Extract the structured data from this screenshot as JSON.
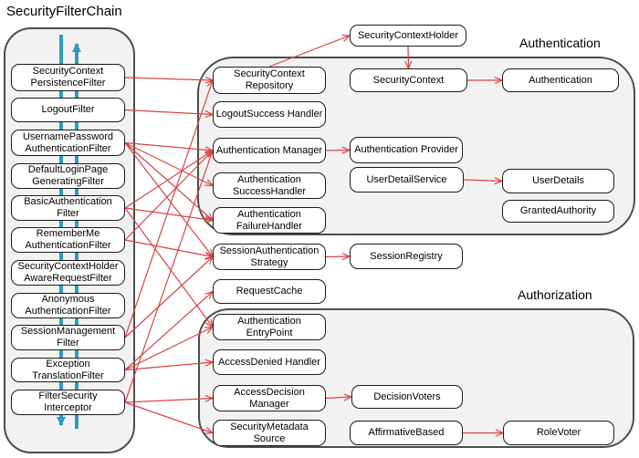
{
  "diagram": {
    "title": "SecurityFilterChain",
    "sections": {
      "authentication": "Authentication",
      "authorization": "Authorization"
    },
    "colors": {
      "connector_red": "#d94545",
      "flow_teal": "#2e9bbf",
      "container_fill": "#f2f2f2",
      "container_border": "#4d4d4d",
      "box_fill": "#ffffff",
      "box_border": "#1a1a1a"
    },
    "nodes": {
      "scpf": {
        "label": "SecurityContext PersistenceFilter"
      },
      "logout": {
        "label": "LogoutFilter"
      },
      "upaf": {
        "label": "UsernamePassword AuthenticationFilter"
      },
      "dlpgf": {
        "label": "DefaultLoginPage GeneratingFilter"
      },
      "basic": {
        "label": "BasicAuthentication Filter"
      },
      "rmaf": {
        "label": "RememberMe AuthenticationFilter"
      },
      "schaf": {
        "label": "SecurityContextHolder AwareRequestFilter"
      },
      "anon": {
        "label": "Anonymous AuthenticationFilter"
      },
      "smf": {
        "label": "SessionManagement Filter"
      },
      "etf": {
        "label": "Exception TranslationFilter"
      },
      "fsi": {
        "label": "FilterSecurity Interceptor"
      },
      "sch": {
        "label": "SecurityContextHolder"
      },
      "scr": {
        "label": "SecurityContext Repository"
      },
      "lsh": {
        "label": "LogoutSuccess Handler"
      },
      "am": {
        "label": "Authentication Manager"
      },
      "ash": {
        "label": "Authentication SuccessHandler"
      },
      "afh": {
        "label": "Authentication FailureHandler"
      },
      "sc": {
        "label": "SecurityContext"
      },
      "auth": {
        "label": "Authentication"
      },
      "ap": {
        "label": "Authentication Provider"
      },
      "uds": {
        "label": "UserDetailService"
      },
      "ud": {
        "label": "UserDetails"
      },
      "ga": {
        "label": "GrantedAuthority"
      },
      "sas": {
        "label": "SessionAuthentication Strategy"
      },
      "sreg": {
        "label": "SessionRegistry"
      },
      "rc": {
        "label": "RequestCache"
      },
      "aep": {
        "label": "Authentication EntryPoint"
      },
      "adh": {
        "label": "AccessDenied Handler"
      },
      "adm": {
        "label": "AccessDecision Manager"
      },
      "dv": {
        "label": "DecisionVoters"
      },
      "sms": {
        "label": "SecurityMetadata Source"
      },
      "ab": {
        "label": "AffirmativeBased"
      },
      "rv": {
        "label": "RoleVoter"
      }
    },
    "edges": [
      {
        "from": "scpf",
        "to": "scr"
      },
      {
        "from": "logout",
        "to": "lsh"
      },
      {
        "from": "upaf",
        "to": "am"
      },
      {
        "from": "upaf",
        "to": "ash"
      },
      {
        "from": "upaf",
        "to": "afh"
      },
      {
        "from": "upaf",
        "to": "sas"
      },
      {
        "from": "basic",
        "to": "am"
      },
      {
        "from": "basic",
        "to": "afh"
      },
      {
        "from": "basic",
        "to": "aep"
      },
      {
        "from": "rmaf",
        "to": "am"
      },
      {
        "from": "rmaf",
        "to": "sas"
      },
      {
        "from": "smf",
        "to": "scr"
      },
      {
        "from": "smf",
        "to": "sas"
      },
      {
        "from": "etf",
        "to": "rc"
      },
      {
        "from": "etf",
        "to": "aep"
      },
      {
        "from": "etf",
        "to": "adh"
      },
      {
        "from": "fsi",
        "to": "am"
      },
      {
        "from": "fsi",
        "to": "adm"
      },
      {
        "from": "fsi",
        "to": "sms"
      },
      {
        "from": "scr",
        "to": "sch",
        "fromSide": "top",
        "toSide": "left"
      },
      {
        "from": "sch",
        "to": "sc",
        "fromSide": "bottom",
        "toSide": "top"
      },
      {
        "from": "sc",
        "to": "auth"
      },
      {
        "from": "am",
        "to": "ap"
      },
      {
        "from": "uds",
        "to": "ud"
      },
      {
        "from": "sas",
        "to": "sreg"
      },
      {
        "from": "adm",
        "to": "dv"
      },
      {
        "from": "ab",
        "to": "rv"
      }
    ]
  }
}
